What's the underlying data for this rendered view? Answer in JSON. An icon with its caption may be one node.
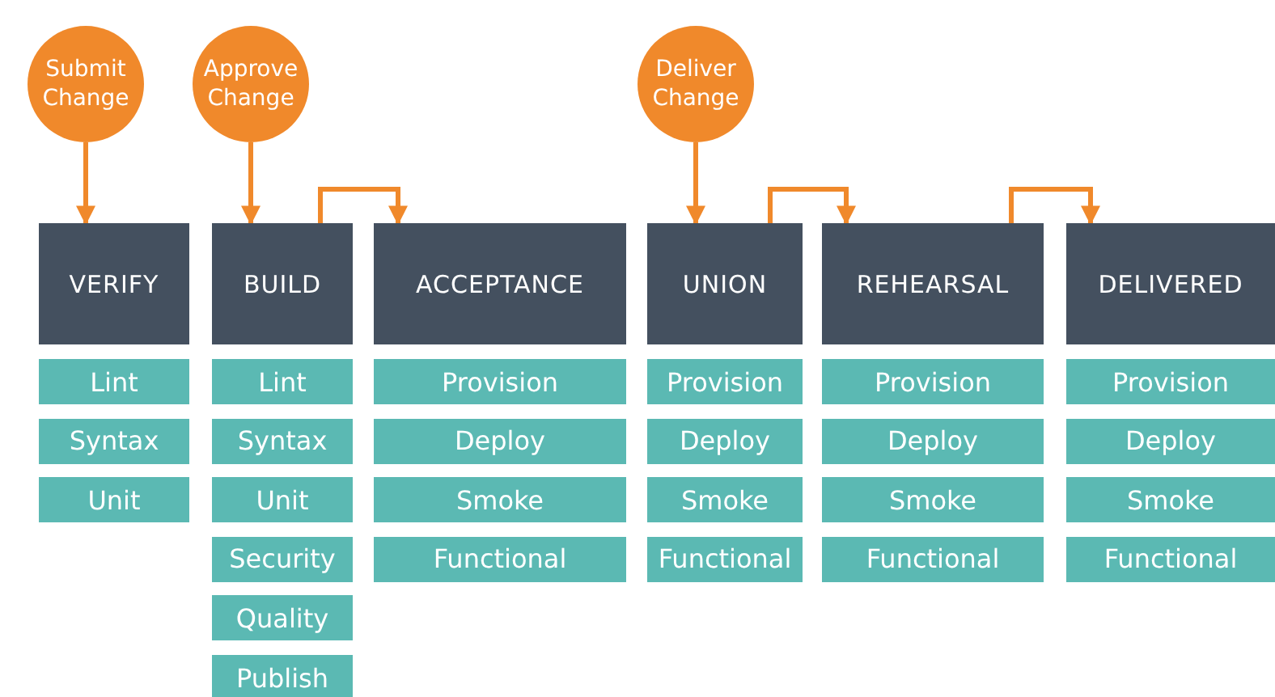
{
  "diagram": {
    "nodes": [
      {
        "text": [
          "Submit Change"
        ]
      },
      {
        "text": [
          "Approve Change"
        ]
      },
      {
        "text": [
          "Deliver Change"
        ]
      },
      {
        "text": [
          "VERIFY"
        ]
      },
      {
        "text": [
          "Lint"
        ]
      },
      {
        "text": [
          "Syntax"
        ]
      },
      {
        "text": [
          "Unit"
        ]
      },
      {
        "text": [
          "BUILD"
        ]
      },
      {
        "text": [
          "Lint"
        ]
      },
      {
        "text": [
          "Syntax"
        ]
      },
      {
        "text": [
          "Unit"
        ]
      },
      {
        "text": [
          "Security"
        ]
      },
      {
        "text": [
          "Quality"
        ]
      },
      {
        "text": [
          "Publish"
        ]
      },
      {
        "text": [
          "ACCEPTANCE"
        ]
      },
      {
        "text": [
          "Provision"
        ]
      },
      {
        "text": [
          "Deploy"
        ]
      },
      {
        "text": [
          "Smoke"
        ]
      },
      {
        "text": [
          "Functional"
        ]
      },
      {
        "text": [
          "UNION"
        ]
      },
      {
        "text": [
          "Provision"
        ]
      },
      {
        "text": [
          "Deploy"
        ]
      },
      {
        "text": [
          "Smoke"
        ]
      },
      {
        "text": [
          "Functional"
        ]
      },
      {
        "text": [
          "REHEARSAL"
        ]
      },
      {
        "text": [
          "Provision"
        ]
      },
      {
        "text": [
          "Deploy"
        ]
      },
      {
        "text": [
          "Smoke"
        ]
      },
      {
        "text": [
          "Functional"
        ]
      },
      {
        "text": [
          "DELIVERED"
        ]
      },
      {
        "text": [
          "Provision"
        ]
      },
      {
        "text": [
          "Deploy"
        ]
      },
      {
        "text": [
          "Smoke"
        ]
      },
      {
        "text": [
          "Functional"
        ]
      }
    ],
    "edges": [
      {
        "from": 0,
        "to": 3,
        "arrow": "to"
      },
      {
        "from": 1,
        "to": 7,
        "arrow": "to"
      },
      {
        "from": 7,
        "to": 14,
        "arrow": "to"
      },
      {
        "from": 2,
        "to": 19,
        "arrow": "to"
      },
      {
        "from": 19,
        "to": 24,
        "arrow": "to"
      },
      {
        "from": 24,
        "to": 29,
        "arrow": "to"
      }
    ]
  }
}
